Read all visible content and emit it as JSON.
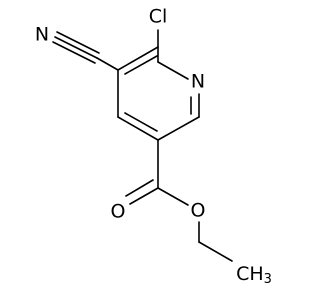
{
  "molecule": {
    "atoms": {
      "cl": "Cl",
      "n_ring": "N",
      "n_nitrile": "N",
      "o_carbonyl": "O",
      "o_ester": "O",
      "ch3_main": "CH",
      "ch3_sub": "3"
    },
    "colors": {
      "bond": "#000000",
      "chlorine": "#000000",
      "nitrogen": "#000000",
      "oxygen": "#000000",
      "carbon": "#000000"
    }
  }
}
